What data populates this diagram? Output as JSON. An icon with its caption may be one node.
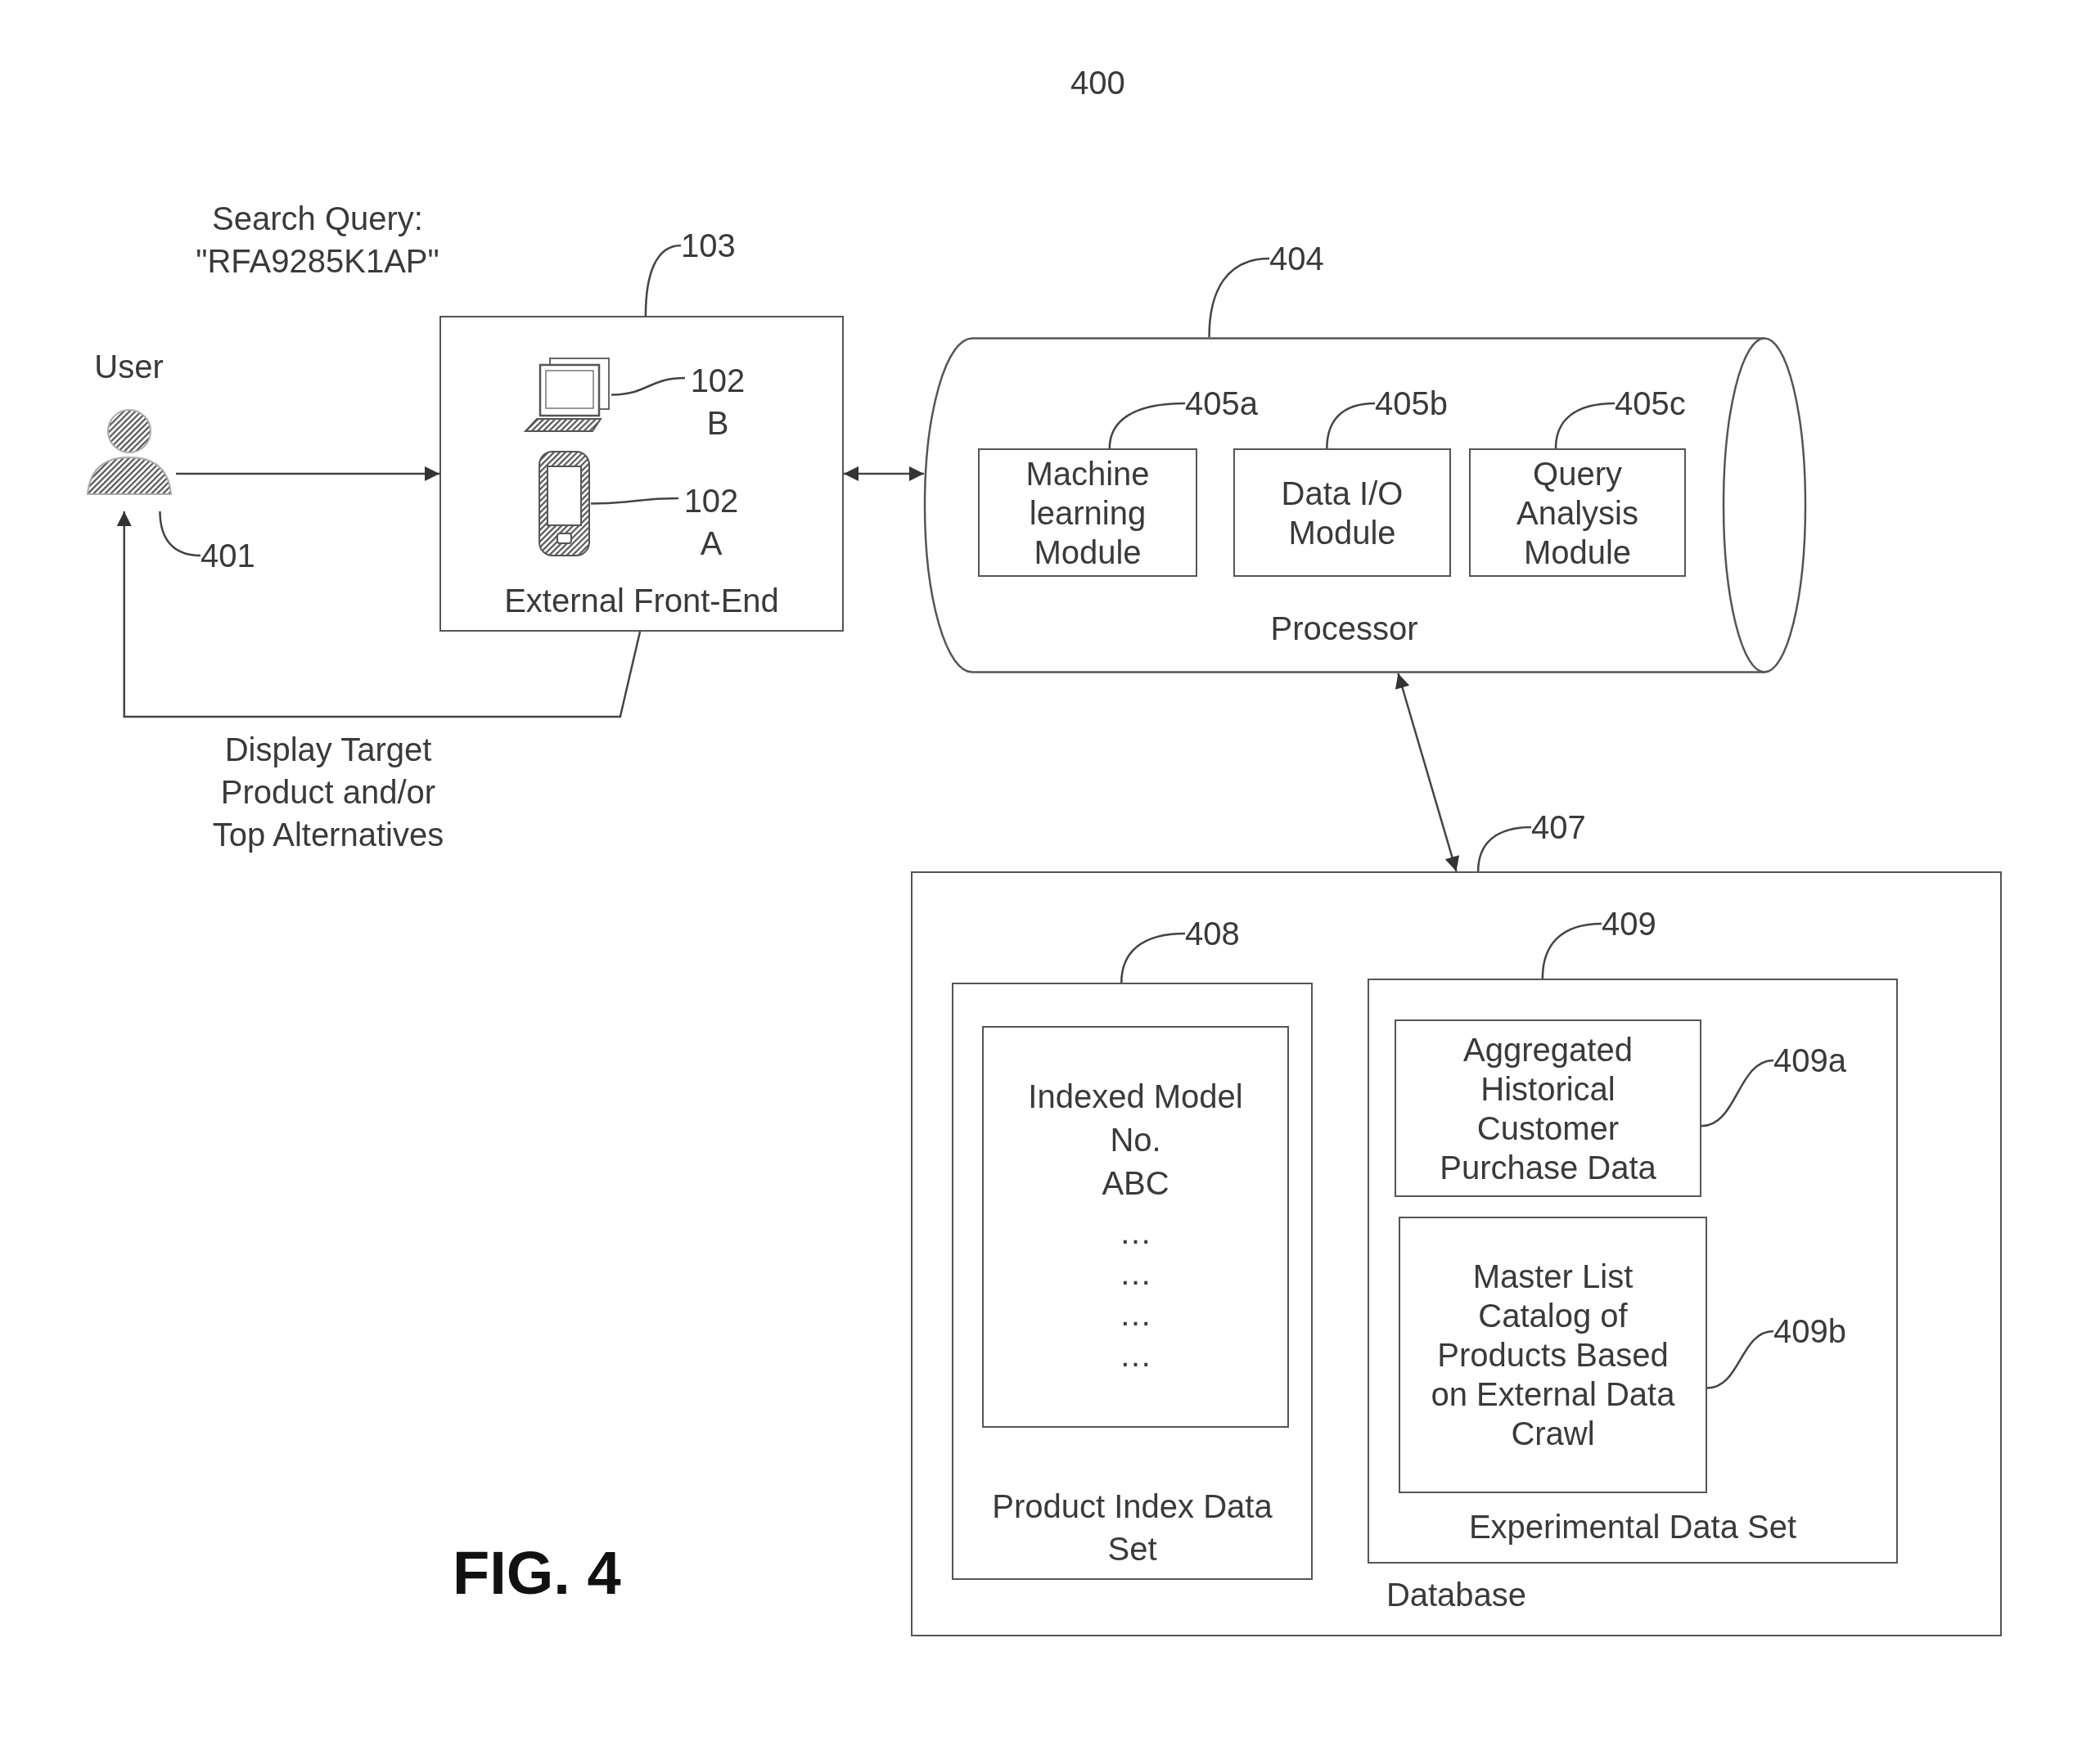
{
  "diagram": {
    "caption": "FIG. 4",
    "nodes": [
      {
        "text": [
          "User"
        ]
      },
      {
        "text": [
          "401"
        ]
      },
      {
        "text": [
          "103"
        ]
      },
      {
        "text": [
          "External Front-End"
        ]
      },
      {
        "text": [],
        "shape": "picture",
        "in": 3
      },
      {
        "text": [
          "102 B"
        ],
        "in": 3
      },
      {
        "text": [],
        "shape": "picture",
        "in": 3
      },
      {
        "text": [
          "102 A"
        ],
        "in": 3
      },
      {
        "text": [
          "404"
        ]
      },
      {
        "text": [
          "Processor"
        ]
      },
      {
        "text": [
          "405a"
        ],
        "in": 9
      },
      {
        "text": [
          "405b"
        ],
        "in": 9
      },
      {
        "text": [
          "405c"
        ],
        "in": 9
      },
      {
        "text": [
          "Machine learning Module"
        ],
        "in": 9
      },
      {
        "text": [
          "Data I/O Module"
        ],
        "in": 9
      },
      {
        "text": [
          "Query Analysis Module"
        ],
        "in": 9
      },
      {
        "text": [
          "407"
        ]
      },
      {
        "text": [
          "Database"
        ]
      },
      {
        "text": [
          "408"
        ],
        "in": 17
      },
      {
        "text": [
          "409"
        ],
        "in": 17
      },
      {
        "text": [
          "Product Index Data Set"
        ],
        "in": 17
      },
      {
        "text": [
          "Indexed Model No.",
          "ABC",
          "…",
          "…",
          "…",
          "…"
        ],
        "in": 20
      },
      {
        "text": [
          "Experimental Data Set"
        ],
        "in": 17
      },
      {
        "text": [
          "Aggregated Historical Customer Purchase Data"
        ],
        "in": 22
      },
      {
        "text": [
          "409a"
        ],
        "in": 22
      },
      {
        "text": [
          "Master List Catalog of Products Based on External Data Crawl"
        ],
        "in": 22
      },
      {
        "text": [
          "409b"
        ],
        "in": 22
      }
    ],
    "edges": [
      {
        "from": 0,
        "to": 3,
        "arrow": "to"
      },
      {
        "from": 3,
        "to": 0,
        "arrow": "to",
        "label": "Display Target Product and/or Top Alternatives"
      },
      {
        "from": 3,
        "to": 9,
        "arrow": "both"
      },
      {
        "from": 9,
        "to": 17,
        "arrow": "both"
      },
      {
        "from": 1,
        "to": 0,
        "arrow": "none"
      },
      {
        "from": 2,
        "to": 3,
        "arrow": "none"
      },
      {
        "from": 5,
        "to": 4,
        "arrow": "none"
      },
      {
        "from": 7,
        "to": 6,
        "arrow": "none"
      },
      {
        "from": 8,
        "to": 9,
        "arrow": "none"
      },
      {
        "from": 10,
        "to": 13,
        "arrow": "none"
      },
      {
        "from": 11,
        "to": 14,
        "arrow": "none"
      },
      {
        "from": 12,
        "to": 15,
        "arrow": "none"
      },
      {
        "from": 16,
        "to": 17,
        "arrow": "none"
      },
      {
        "from": 18,
        "to": 20,
        "arrow": "none"
      },
      {
        "from": 19,
        "to": 22,
        "arrow": "none"
      },
      {
        "from": 24,
        "to": 23,
        "arrow": "none"
      },
      {
        "from": 26,
        "to": 25,
        "arrow": "none"
      }
    ],
    "labels": [
      "400",
      "Search Query: \"RFA9285K1AP\""
    ]
  }
}
